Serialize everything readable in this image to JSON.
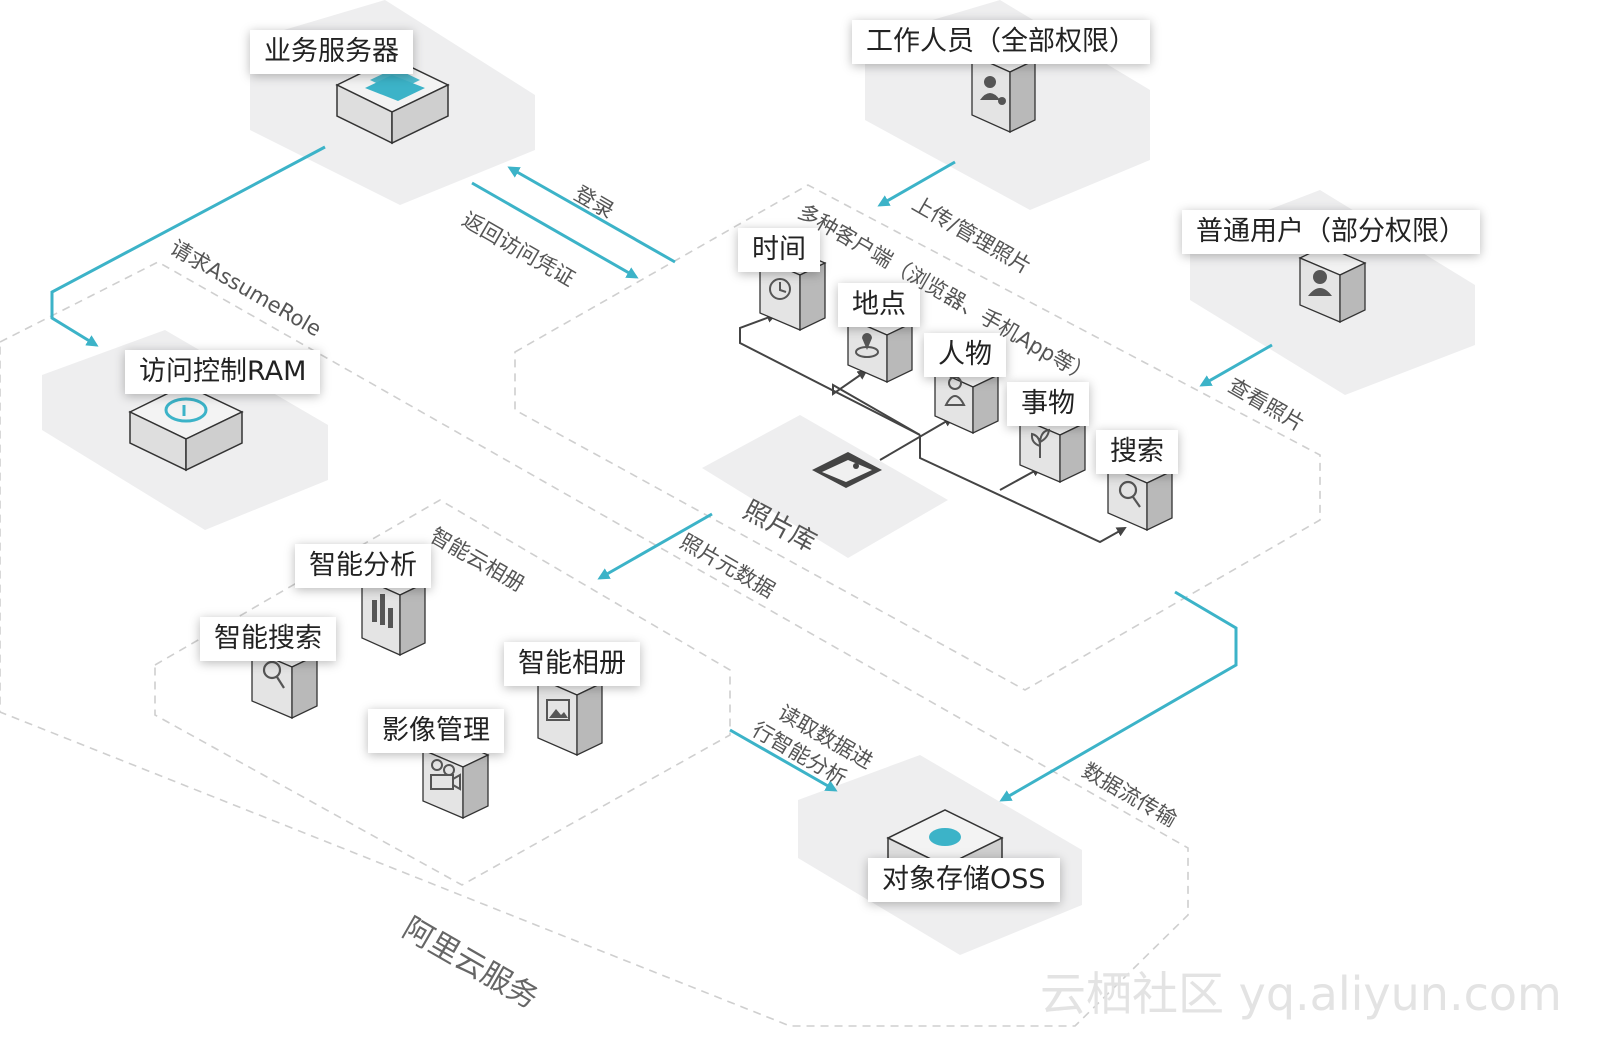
{
  "nodes": {
    "business_server": "业务服务器",
    "staff": "工作人员（全部权限）",
    "normal_user": "普通用户（部分权限）",
    "ram": "访问控制RAM",
    "time": "时间",
    "place": "地点",
    "person": "人物",
    "thing": "事物",
    "search": "搜索",
    "photo_library": "照片库",
    "smart_analysis": "智能分析",
    "smart_search": "智能搜索",
    "smart_album": "智能相册",
    "image_manage": "影像管理",
    "oss": "对象存储OSS"
  },
  "edges": {
    "login": "登录",
    "return_credential": "返回访问凭证",
    "assume_role": "请求AssumeRole",
    "upload_manage": "上传/管理照片",
    "view_photos": "查看照片",
    "photo_metadata": "照片元数据",
    "data_transfer": "数据流传输",
    "read_analysis_line1": "读取数据进",
    "read_analysis_line2": "行智能分析"
  },
  "zones": {
    "clients": "多种客户端（浏览器、手机App等）",
    "smart_cloud_album": "智能云相册",
    "aliyun_services": "阿里云服务"
  },
  "watermark": "云栖社区 yq.aliyun.com",
  "colors": {
    "accent": "#3cb3c8",
    "connector": "#444444",
    "zone_border": "#c8c8c8",
    "platform": "#eeeeef"
  },
  "icons": [
    "server-icon",
    "user-gear-icon",
    "user-icon",
    "cloud-key-icon",
    "clock-icon",
    "map-pin-icon",
    "person-icon",
    "sprout-icon",
    "magnifier-icon",
    "image-icon",
    "bar-chart-icon",
    "film-camera-icon",
    "album-icon",
    "storage-icon"
  ]
}
